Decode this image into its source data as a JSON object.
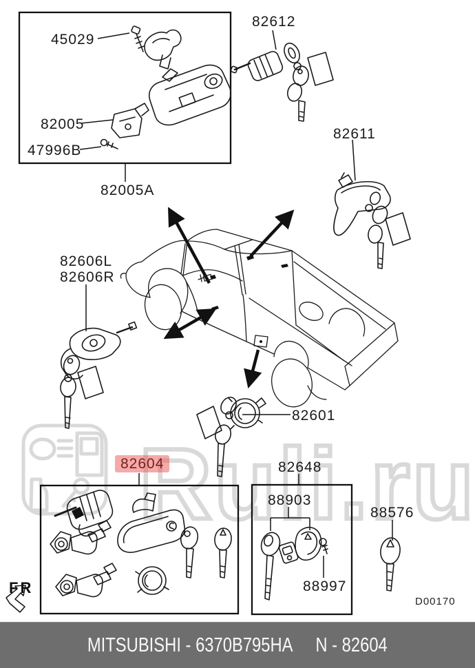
{
  "diagram": {
    "part_labels": [
      {
        "code": "45029",
        "highlighted": false
      },
      {
        "code": "82005",
        "highlighted": false
      },
      {
        "code": "47996B",
        "highlighted": false
      },
      {
        "code": "82005A",
        "highlighted": false
      },
      {
        "code": "82612",
        "highlighted": false
      },
      {
        "code": "82611",
        "highlighted": false
      },
      {
        "code": "82606L",
        "highlighted": false
      },
      {
        "code": "82606R",
        "highlighted": false
      },
      {
        "code": "82601",
        "highlighted": false
      },
      {
        "code": "82604",
        "highlighted": true
      },
      {
        "code": "82648",
        "highlighted": false
      },
      {
        "code": "88903",
        "highlighted": false
      },
      {
        "code": "88997",
        "highlighted": false
      },
      {
        "code": "88576",
        "highlighted": false
      }
    ],
    "direction_label": "FR",
    "drawing_code": "D00170"
  },
  "watermark": {
    "text": "Ruli.ru"
  },
  "footer": {
    "left": "MITSUBISHI - 6370B795HA",
    "right": "N - 82604"
  },
  "colors": {
    "highlight_bg": "#f3a7a7",
    "highlight_text": "#76221c",
    "footer_bg": "#6e6e6e",
    "line": "#1a1a1a",
    "watermark": "#d9d9d9"
  }
}
